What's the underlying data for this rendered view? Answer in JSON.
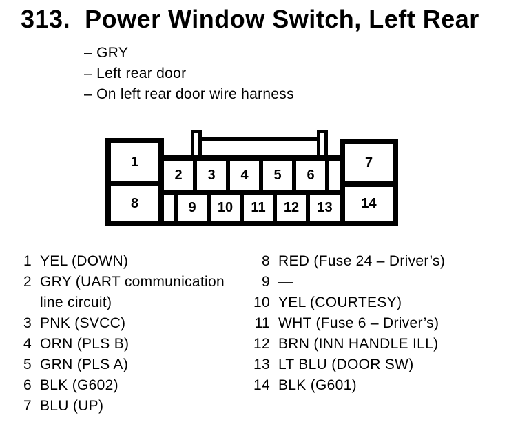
{
  "header": {
    "figure_number": "313.",
    "title": "Power Window Switch, Left Rear",
    "notes": [
      "– GRY",
      "– Left rear door",
      "– On left rear door wire harness"
    ]
  },
  "connector": {
    "cavities": [
      "1",
      "2",
      "3",
      "4",
      "5",
      "6",
      "7",
      "8",
      "9",
      "10",
      "11",
      "12",
      "13",
      "14"
    ]
  },
  "pins": {
    "left": [
      {
        "num": "1",
        "desc": "YEL (DOWN)"
      },
      {
        "num": "2",
        "desc": "GRY (UART communication\nline circuit)"
      },
      {
        "num": "3",
        "desc": "PNK (SVCC)"
      },
      {
        "num": "4",
        "desc": "ORN (PLS B)"
      },
      {
        "num": "5",
        "desc": "GRN (PLS A)"
      },
      {
        "num": "6",
        "desc": "BLK (G602)"
      },
      {
        "num": "7",
        "desc": "BLU (UP)"
      }
    ],
    "right": [
      {
        "num": "8",
        "desc": "RED (Fuse 24 – Driver’s)"
      },
      {
        "num": "9",
        "desc": "—"
      },
      {
        "num": "10",
        "desc": "YEL (COURTESY)"
      },
      {
        "num": "11",
        "desc": "WHT (Fuse 6 – Driver’s)"
      },
      {
        "num": "12",
        "desc": "BRN (INN HANDLE ILL)"
      },
      {
        "num": "13",
        "desc": "LT BLU (DOOR SW)"
      },
      {
        "num": "14",
        "desc": "BLK (G601)"
      }
    ]
  },
  "colors": {
    "ink": "#000000",
    "paper": "#ffffff"
  }
}
